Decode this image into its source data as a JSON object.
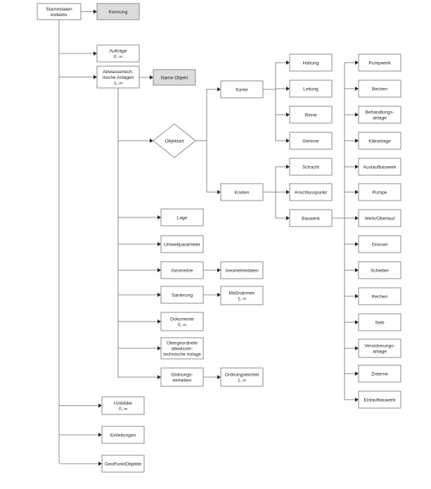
{
  "diagram": {
    "nodes": {
      "stammdaten": [
        "Stammdaten",
        "kollektiv"
      ],
      "kennung": [
        "Kennung"
      ],
      "auftraege": [
        "Aufträge",
        "0..∞"
      ],
      "anlagen": [
        "Abwassertech-",
        "nische Anlagen",
        "1..∞"
      ],
      "name_objekt": [
        "Name Objekt"
      ],
      "objektart": [
        "Objektart"
      ],
      "kante": [
        "Kante"
      ],
      "knoten": [
        "Knoten"
      ],
      "haltung": [
        "Haltung"
      ],
      "leitung": [
        "Leitung"
      ],
      "rinne": [
        "Rinne"
      ],
      "gerinne": [
        "Gerinne"
      ],
      "schacht": [
        "Schacht"
      ],
      "anschlusspunkt": [
        "Anschlusspunkt"
      ],
      "bauwerk": [
        "Bauwerk"
      ],
      "pumpwerk": [
        "Pumpwerk"
      ],
      "becken": [
        "Becken"
      ],
      "behandlungsanlage": [
        "Behandlungs-",
        "anlage"
      ],
      "klaeranlage": [
        "Kläranlage"
      ],
      "auslaufbauwerk": [
        "Auslaufbauwerk"
      ],
      "pumpe": [
        "Pumpe"
      ],
      "wehr": [
        "Wehr/Überlauf"
      ],
      "drossel": [
        "Drossel"
      ],
      "schieber": [
        "Schieber"
      ],
      "rechen": [
        "Rechen"
      ],
      "sieb": [
        "Sieb"
      ],
      "versickerungsanlage": [
        "Versickerungs-",
        "anlage"
      ],
      "zisterne": [
        "Zisterne"
      ],
      "einlaufbauwerk": [
        "Einlaufbauwerk"
      ],
      "lage": [
        "Lage"
      ],
      "umweltparameter": [
        "Umweltparameter"
      ],
      "geometrie": [
        "Geometrie"
      ],
      "geometriedaten": [
        "Geometriedaten"
      ],
      "sanierung": [
        "Sanierung"
      ],
      "massnahmen": [
        "Maßnahmen",
        "1..∞"
      ],
      "dokumente": [
        "Dokumente",
        "0..∞"
      ],
      "uebergeordnete": [
        "Übergeordnete",
        "abwasser-",
        "technische Anlage"
      ],
      "ordnungseinheiten": [
        "Ordnungs-",
        "einheiten"
      ],
      "ordnungseinheit": [
        "Ordnungseinheit",
        "1..∞"
      ],
      "umbilder": [
        "Umbilder",
        "0..∞"
      ],
      "einleitungen": [
        "Einleitungen"
      ],
      "geopunktobjekte": [
        "GeoPunktObjekte"
      ]
    }
  }
}
